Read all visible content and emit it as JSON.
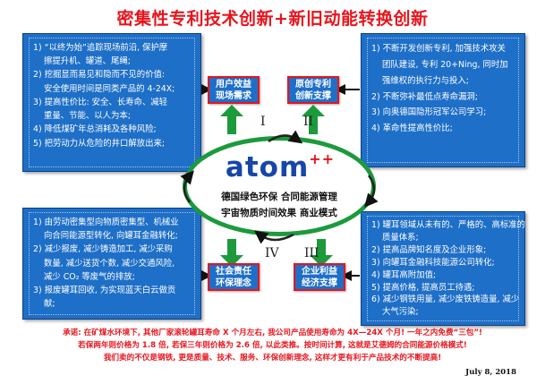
{
  "title": "密集性专利技术创新+新旧动能转换创新",
  "panels": {
    "top_left": [
      "1) “以终为始”追踪现场前沿, 保护摩",
      "擦提升机、罐道、尾绳;",
      "2) 挖掘显而易见和隐而不见的价值:",
      "安全使用时间是同类产品的 4-24X;",
      "3) 提高性价比: 安全、长寿命、减轻",
      "重量、节能、以人为本;",
      "4) 降低煤矿年总消耗及各种风险;",
      "5) 把劳动力从危险的井口解放出来;"
    ],
    "top_right": [
      "1) 不断开发创新专利, 加强技术攻关",
      "团队建设, 专利 20+Ning, 同时加",
      "强维权的执行力与投入;",
      "2) 不断弥补最低点寿命漏洞;",
      "3) 向奥德国隐形冠军公司学习;",
      "4) 革命性提高性价比;"
    ],
    "bottom_left": [
      "1) 由劳动密集型向物质密集型、机械业",
      "向合同能源型转化, 向罐耳金融转化;",
      "2) 减少报废, 减少铸造加工, 减少采购",
      "数量, 减少送货个数, 减少交通风险,",
      "减少 CO₂ 等废气的排放;",
      "3) 报废罐耳回收, 为实现蓝天白云做贡",
      "献;"
    ],
    "bottom_right": [
      "1) 罐耳领域从未有的、严格的、高标准的",
      "质量体系;",
      "2) 提高品牌知名度及企业形象;",
      "3) 向罐耳金融科技能源公司转化;",
      "4) 罐耳高附加值;",
      "5) 提高价格, 提高员工待遇;",
      "6) 减少钢铁用量, 减少废铁铸造量, 减少",
      "大气污染;"
    ]
  },
  "tags": {
    "top_left": [
      "用户效益",
      "现场需求"
    ],
    "top_right": [
      "原创专利",
      "创新支撑"
    ],
    "bottom_left": [
      "社会责任",
      "环保理念"
    ],
    "bottom_right": [
      "企业利益",
      "经济支撑"
    ]
  },
  "quadrants": {
    "q1": "I",
    "q2": "II",
    "q3": "III",
    "q4": "IV"
  },
  "core": {
    "brand": "atom",
    "brand_sup": "++",
    "line1": "德国绿色环保  合同能源管理",
    "line2": "宇宙物质时间效果  商业模式"
  },
  "footer": {
    "line1": "承诺: 在矿煤水环境下, 其他厂家滚轮罐耳寿命 X 个月左右, 我公司产品使用寿命为 4X—24X 个月! 一年之内免费“三包”!",
    "line2": "若保两年则价格为 1.8 倍, 若保三年则价格为 2.6 倍, 以此类推。按时间计算, 这就是艾德姆的合同能源价格模式!",
    "line3": "我们卖的不仅是钢铁, 更是质量、技术、服务、环保创新理念, 这样才更有利于产品技术的不断提高!"
  },
  "date": "July 8, 2018",
  "colors": {
    "title_red": "#e8141c",
    "panel_blue": "#1e6fc8",
    "ring_green": "#1c9a3c",
    "brand_blue": "#1646a8"
  }
}
